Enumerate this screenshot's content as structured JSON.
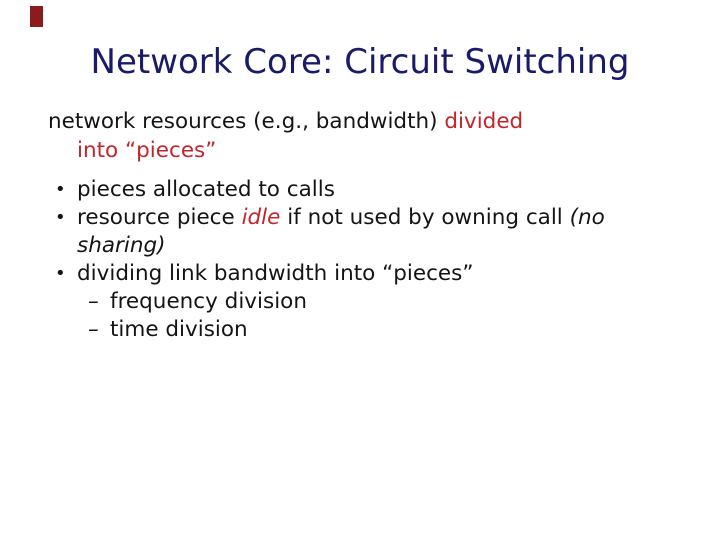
{
  "slide": {
    "background_color": "#ffffff",
    "accent_bar_color": "#8c1c1c",
    "title": {
      "text": "Network Core: Circuit Switching",
      "color": "#1a1a6b"
    },
    "colors": {
      "emphasis_red": "#c2262d",
      "body_text": "#141414"
    },
    "intro": {
      "line1_black": "network resources (e.g., bandwidth) ",
      "line1_red": "divided",
      "line2_red": "into “pieces”"
    },
    "bullets": {
      "marker": "•",
      "sub_marker": "–",
      "item1": "pieces allocated to calls",
      "item2": {
        "part1": "resource piece ",
        "red_italic": "idle",
        "part2": " if not used by owning call ",
        "italic_wrap_line1": "(no",
        "italic_wrap_line2": "sharing)"
      },
      "item3": "dividing link bandwidth into “pieces”",
      "sub_item1": "frequency division",
      "sub_item2": "time division"
    }
  }
}
